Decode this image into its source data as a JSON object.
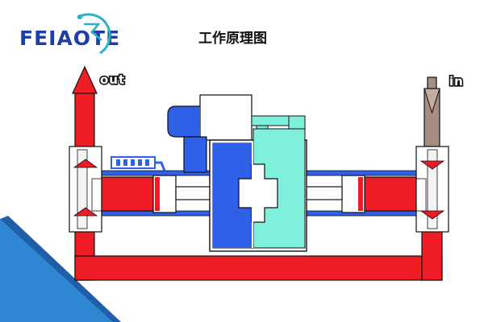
{
  "logo": {
    "text": "FEIAOTE"
  },
  "title": "工作原理图",
  "ports": {
    "out": "out",
    "in": "in"
  },
  "colors": {
    "fluid_red": "#ee1c25",
    "air_blue": "#2e60e8",
    "air_cyan": "#7ef0dc",
    "inlet_brown": "#a78c82",
    "logo_blue": "#1e3ea8",
    "corner_blue": "#2f86d2"
  },
  "icons": [
    "feiaote-logo-icon",
    "out-arrow-icon",
    "in-arrow-icon",
    "air-valve-icon"
  ]
}
